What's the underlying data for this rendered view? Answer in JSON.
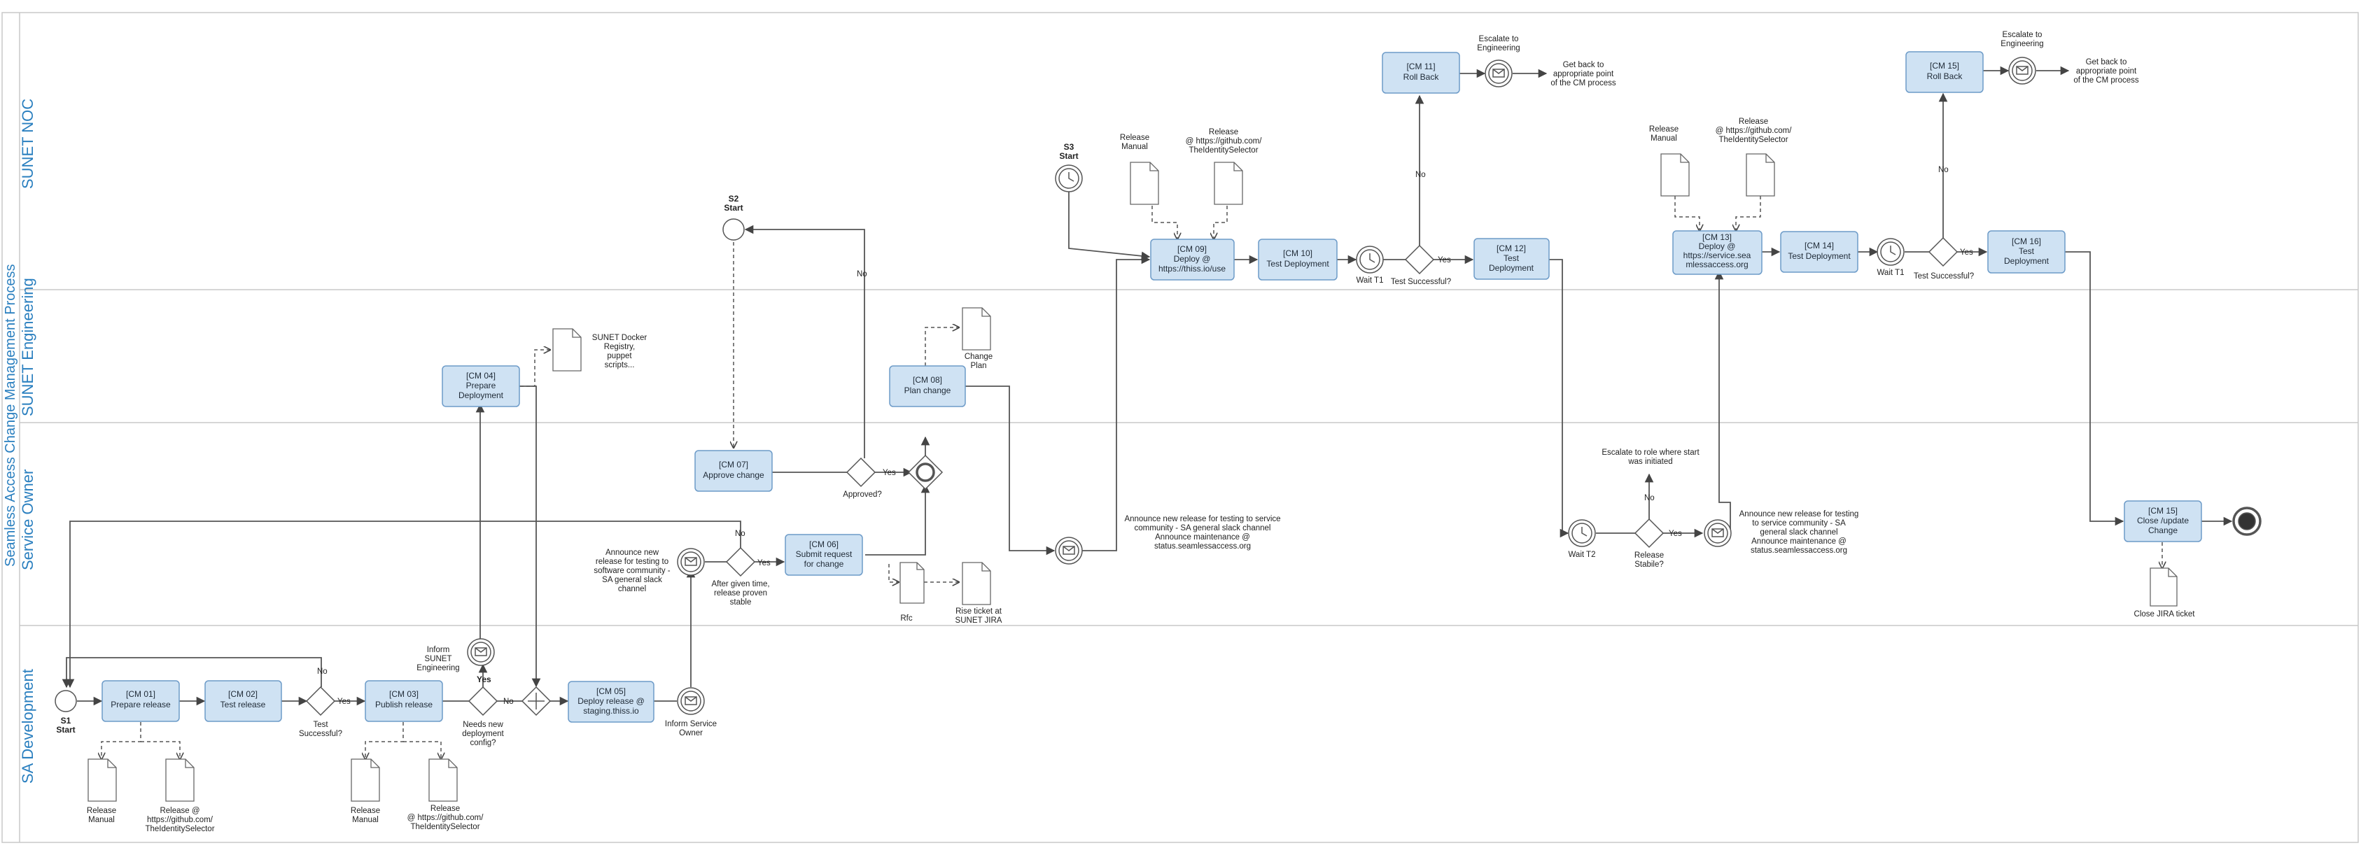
{
  "pool": {
    "title": "Seamless Access Change Management Process"
  },
  "lanes": {
    "noc": "SUNET NOC",
    "engineering": "SUNET Engineering",
    "owner": "Service Owner",
    "dev": "SA Development"
  },
  "tasks": {
    "cm01": [
      "[CM 01]",
      "Prepare release"
    ],
    "cm02": [
      "[CM 02]",
      "Test release"
    ],
    "cm03": [
      "[CM 03]",
      "Publish release"
    ],
    "cm04": [
      "[CM 04]",
      "Prepare",
      "Deployment"
    ],
    "cm05": [
      "[CM 05]",
      "Deploy release @",
      "staging.thiss.io"
    ],
    "cm06a": [
      "[CM 06]",
      "Submit request",
      "for change"
    ],
    "cm07": [
      "[CM 07]",
      "Approve change"
    ],
    "cm08": [
      "[CM 08]",
      "Plan change"
    ],
    "cm09": [
      "[CM 09]",
      "Deploy @",
      "https://thiss.io/use"
    ],
    "cm10": [
      "[CM 10]",
      "Test Deployment"
    ],
    "cm11": [
      "[CM 11]",
      "Roll Back"
    ],
    "cm12": [
      "[CM 12]",
      "Test",
      "Deployment"
    ],
    "cm13": [
      "[CM 13]",
      "Deploy @",
      "https://service.sea",
      "mlessaccess.org"
    ],
    "cm14": [
      "[CM 14]",
      "Test Deployment"
    ],
    "cm15a": [
      "[CM 15]",
      "Roll Back"
    ],
    "cm16": [
      "[CM 16]",
      "Test",
      "Deployment"
    ],
    "cm15b": [
      "[CM 15]",
      "Close /update",
      "Change"
    ]
  },
  "events": {
    "s1": [
      "S1",
      "Start"
    ],
    "s2": [
      "S2",
      "Start"
    ],
    "s3": [
      "S3",
      "Start"
    ]
  },
  "labels": {
    "yes": "Yes",
    "no": "No",
    "test_successful": [
      "Test",
      "Successful?"
    ],
    "test_successful_inline": "Test Successful?",
    "needs_new_config": [
      "Needs new",
      "deployment",
      "config?"
    ],
    "inform_sunet_eng": [
      "Inform",
      "SUNET",
      "Engineering"
    ],
    "inform_service_owner": [
      "Inform Service",
      "Owner"
    ],
    "announce_left": [
      "Announce new",
      "release for testing to",
      "software community -",
      "SA general slack",
      "channel"
    ],
    "after_given_time": [
      "After given time,",
      "release proven",
      "stable"
    ],
    "approved": "Approved?",
    "announce_mid": [
      "Announce new release for testing to service",
      "community - SA general slack channel",
      "Announce maintenance @",
      "status.seamlessaccess.org"
    ],
    "announce_right": [
      "Announce new release for testing",
      "to service community - SA",
      "general slack channel",
      "Announce maintenance @",
      "status.seamlessaccess.org"
    ],
    "wait_t1": "Wait T1",
    "wait_t2": "Wait T2",
    "release_stable": [
      "Release",
      "Stabile?"
    ],
    "escalate_role": [
      "Escalate to role where start",
      "was initiated"
    ],
    "escalate_eng": [
      "Escalate to",
      "Engineering"
    ],
    "get_back": [
      "Get back to",
      "appropriate point",
      "of the CM process"
    ],
    "release_manual": [
      "Release",
      "Manual"
    ],
    "release_github_a": [
      "Release @",
      "https://github.com/",
      "TheIdentitySelector"
    ],
    "release_github_b": [
      "Release",
      "@ https://github.com/",
      "TheIdentitySelector"
    ],
    "sunet_docker": [
      "SUNET Docker",
      "Registry,",
      "puppet",
      "scripts..."
    ],
    "change_plan": [
      "Change",
      "Plan"
    ],
    "rfc": "Rfc",
    "rise_ticket": [
      "Rise ticket at",
      "SUNET JIRA"
    ],
    "close_jira": "Close JIRA ticket"
  },
  "colors": {
    "task_fill": "#cfe2f3",
    "task_stroke": "#6d9bc8",
    "lane_text": "#2a7fbf",
    "line": "#555555"
  }
}
